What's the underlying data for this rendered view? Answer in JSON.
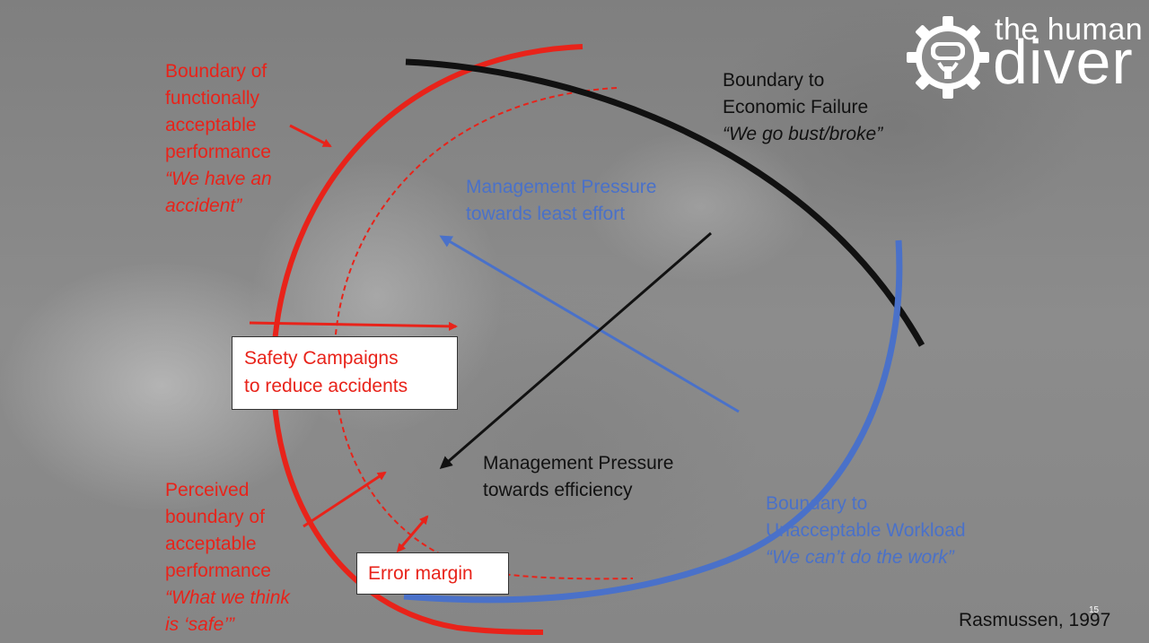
{
  "logo": {
    "line1": "the human",
    "line2": "diver",
    "icon": "gear-diver-mask-icon"
  },
  "labels": {
    "functional_boundary": [
      "Boundary of",
      "functionally",
      "acceptable",
      "performance",
      "“We have an",
      "accident”"
    ],
    "economic_boundary": [
      "Boundary to",
      "Economic Failure",
      "“We go bust/broke”"
    ],
    "least_effort": [
      "Management Pressure",
      "towards least effort"
    ],
    "efficiency": [
      "Management Pressure",
      "towards efficiency"
    ],
    "perceived_boundary": [
      "Perceived",
      "boundary of",
      "acceptable",
      "performance",
      "“What we think",
      "is ‘safe’”"
    ],
    "workload_boundary": [
      "Boundary to",
      "Unacceptable Workload",
      "“We can’t do the work”"
    ]
  },
  "boxes": {
    "safety_campaigns": [
      "Safety Campaigns",
      "to reduce accidents"
    ],
    "error_margin": "Error margin"
  },
  "citation": "Rasmussen, 1997",
  "page_number": "15",
  "colors": {
    "red": "#e8231a",
    "blue": "#4a71c9",
    "black": "#111111",
    "white": "#ffffff"
  }
}
